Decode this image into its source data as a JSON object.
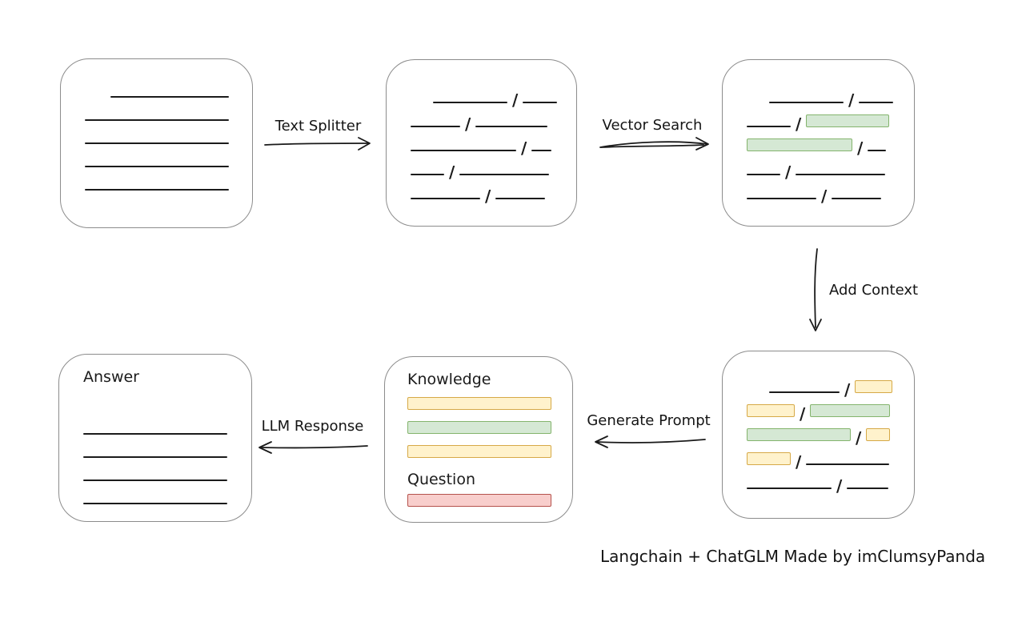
{
  "caption": "Langchain + ChatGLM Made by imClumsyPanda",
  "colors": {
    "ink": "#1b1b1b",
    "box_border": "#8c8c8c",
    "yellow_fill": "#fff2cc",
    "yellow_border": "#d6a947",
    "green_fill": "#d5e8d4",
    "green_border": "#84b46d",
    "red_fill": "#f8cecc",
    "red_border": "#b5524c"
  },
  "arrows": {
    "text_splitter": {
      "label": "Text Splitter",
      "direction": "right"
    },
    "vector_search": {
      "label": "Vector Search",
      "direction": "right"
    },
    "add_context": {
      "label": "Add Context",
      "direction": "down"
    },
    "generate_prompt": {
      "label": "Generate Prompt",
      "direction": "left"
    },
    "llm_response": {
      "label": "LLM Response",
      "direction": "left"
    }
  },
  "boxes": {
    "document": {
      "lines": [
        {
          "indent": 32,
          "w": 148
        },
        {
          "indent": 0,
          "w": 180
        },
        {
          "indent": 0,
          "w": 180
        },
        {
          "indent": 0,
          "w": 180
        },
        {
          "indent": 0,
          "w": 180
        }
      ]
    },
    "split_chunks": {
      "rows": [
        {
          "indent": 28,
          "segs": [
            {
              "t": "line",
              "w": 93
            },
            {
              "t": "line",
              "w": 43
            }
          ]
        },
        {
          "indent": 0,
          "segs": [
            {
              "t": "line",
              "w": 62
            },
            {
              "t": "line",
              "w": 90
            }
          ]
        },
        {
          "indent": 0,
          "segs": [
            {
              "t": "line",
              "w": 132
            },
            {
              "t": "line",
              "w": 25
            }
          ]
        },
        {
          "indent": 0,
          "segs": [
            {
              "t": "line",
              "w": 42
            },
            {
              "t": "line",
              "w": 112
            }
          ]
        },
        {
          "indent": 0,
          "segs": [
            {
              "t": "line",
              "w": 87
            },
            {
              "t": "line",
              "w": 62
            }
          ]
        }
      ]
    },
    "vector_matches": {
      "rows": [
        {
          "indent": 28,
          "segs": [
            {
              "t": "line",
              "w": 93
            },
            {
              "t": "line",
              "w": 43
            }
          ]
        },
        {
          "indent": 0,
          "segs": [
            {
              "t": "line",
              "w": 55
            },
            {
              "t": "green",
              "w": 104
            }
          ]
        },
        {
          "indent": 0,
          "segs": [
            {
              "t": "green",
              "w": 132
            },
            {
              "t": "line",
              "w": 23
            }
          ]
        },
        {
          "indent": 0,
          "segs": [
            {
              "t": "line",
              "w": 42
            },
            {
              "t": "line",
              "w": 112
            }
          ]
        },
        {
          "indent": 0,
          "segs": [
            {
              "t": "line",
              "w": 87
            },
            {
              "t": "line",
              "w": 62
            }
          ]
        }
      ]
    },
    "context_chunks": {
      "rows": [
        {
          "indent": 28,
          "segs": [
            {
              "t": "line",
              "w": 88
            },
            {
              "t": "yellow",
              "w": 47
            }
          ]
        },
        {
          "indent": 0,
          "segs": [
            {
              "t": "yellow",
              "w": 60
            },
            {
              "t": "green",
              "w": 100
            }
          ]
        },
        {
          "indent": 0,
          "segs": [
            {
              "t": "green",
              "w": 130
            },
            {
              "t": "yellow",
              "w": 30
            }
          ]
        },
        {
          "indent": 0,
          "segs": [
            {
              "t": "yellow",
              "w": 55
            },
            {
              "t": "line",
              "w": 104
            }
          ]
        },
        {
          "indent": 0,
          "segs": [
            {
              "t": "line",
              "w": 106
            },
            {
              "t": "line",
              "w": 52
            }
          ]
        }
      ]
    },
    "prompt": {
      "knowledge_label": "Knowledge",
      "question_label": "Question",
      "knowledge_bars": [
        {
          "c": "yellow",
          "w": 180
        },
        {
          "c": "green",
          "w": 180
        },
        {
          "c": "yellow",
          "w": 180
        }
      ],
      "question_bars": [
        {
          "c": "red",
          "w": 180
        }
      ]
    },
    "answer": {
      "label": "Answer",
      "lines": [
        {
          "indent": 0,
          "w": 180
        },
        {
          "indent": 0,
          "w": 180
        },
        {
          "indent": 0,
          "w": 180
        },
        {
          "indent": 0,
          "w": 180
        }
      ]
    }
  }
}
